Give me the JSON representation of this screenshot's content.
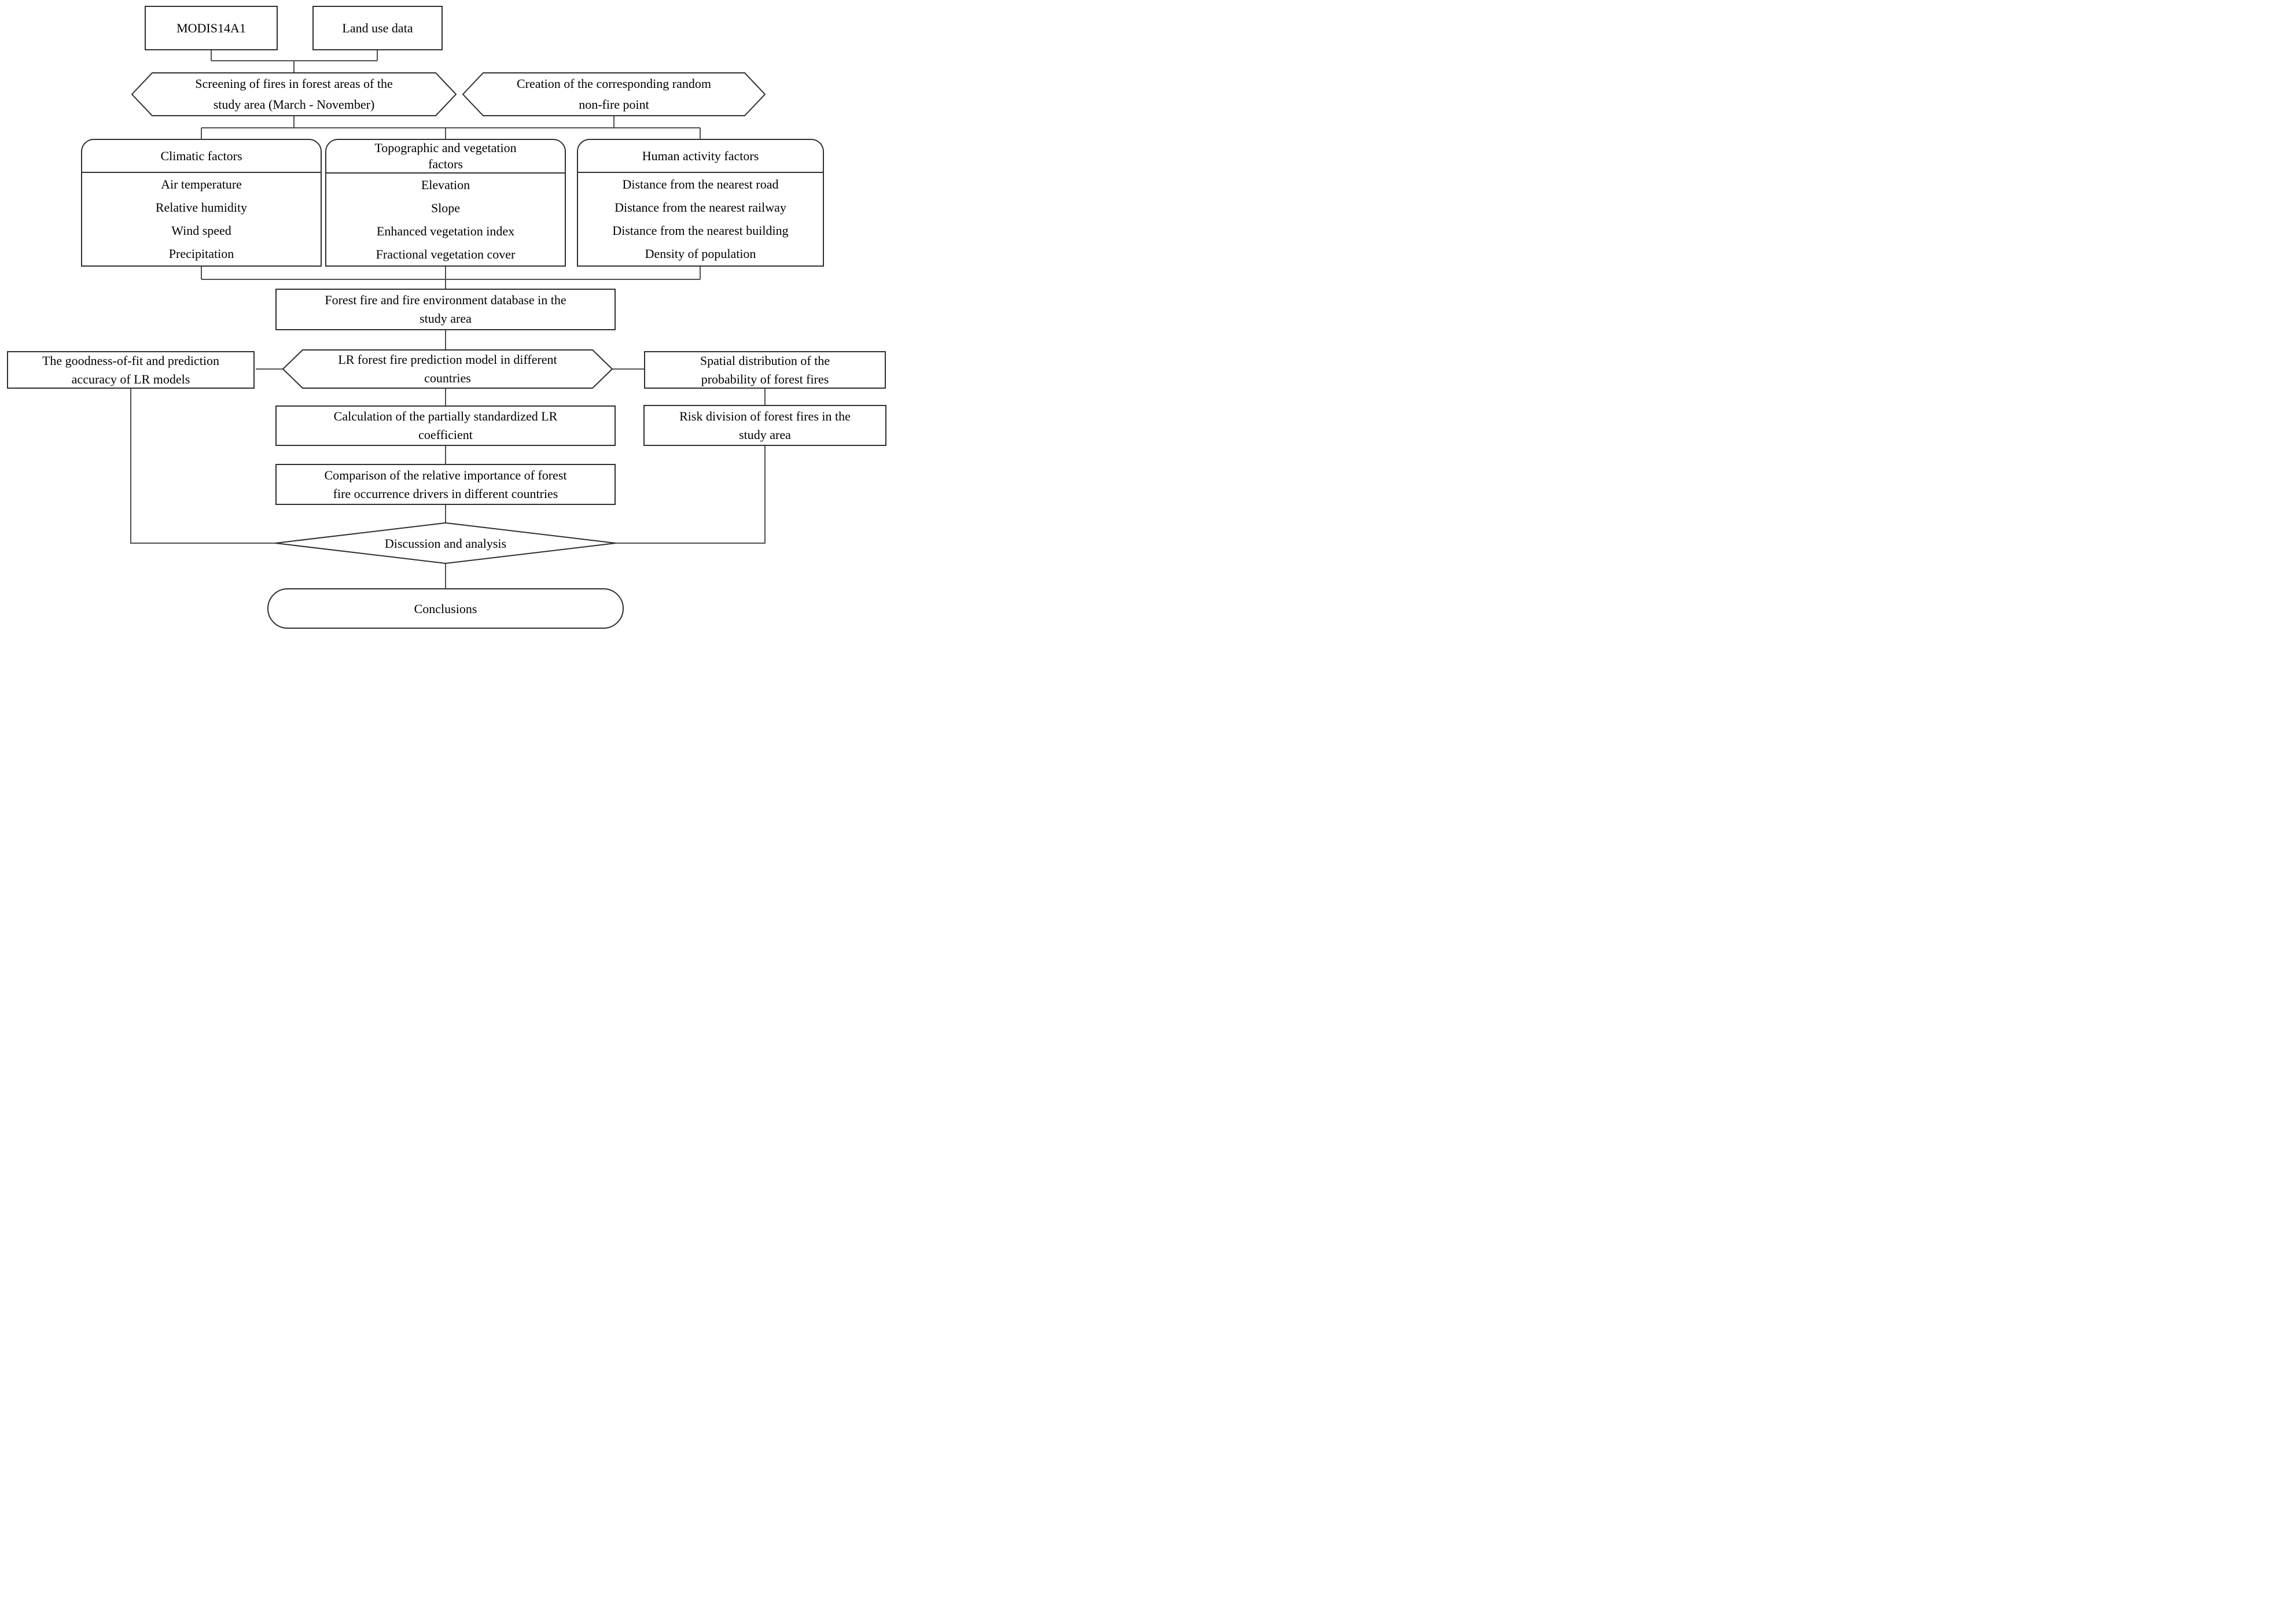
{
  "colors": {
    "background": "#ffffff",
    "border": "#2f2f2f",
    "connector": "#4f4f4f",
    "text": "#000000"
  },
  "nodes": {
    "modis": {
      "label": "MODIS14A1"
    },
    "land_use": {
      "label": "Land use data"
    },
    "screening": {
      "lines": [
        "Screening of fires in forest areas of the",
        "study area (March - November)"
      ]
    },
    "creation": {
      "lines": [
        "Creation of the corresponding random",
        "non-fire point"
      ]
    },
    "factor_groups": [
      {
        "title": "Climatic factors",
        "title_lines": [
          "Climatic factors"
        ],
        "items": [
          "Air temperature",
          "Relative humidity",
          "Wind speed",
          "Precipitation"
        ]
      },
      {
        "title": "Topographic and vegetation factors",
        "title_lines": [
          "Topographic and vegetation",
          "factors"
        ],
        "items": [
          "Elevation",
          "Slope",
          "Enhanced vegetation index",
          "Fractional vegetation cover"
        ]
      },
      {
        "title": "Human activity factors",
        "title_lines": [
          "Human activity factors"
        ],
        "items": [
          "Distance from the nearest road",
          "Distance from the nearest railway",
          "Distance from the nearest building",
          "Density of population"
        ]
      }
    ],
    "database": {
      "lines": [
        "Forest fire and fire environment database in the",
        "study area"
      ]
    },
    "lr_model": {
      "lines": [
        "LR forest fire prediction model in different",
        "countries"
      ]
    },
    "goodness": {
      "lines": [
        "The goodness-of-fit and prediction",
        "accuracy of LR models"
      ]
    },
    "spatial": {
      "lines": [
        "Spatial distribution of the",
        "probability of forest fires"
      ]
    },
    "calculation": {
      "lines": [
        "Calculation of the partially standardized LR",
        "coefficient"
      ]
    },
    "risk": {
      "lines": [
        "Risk division of forest fires in the",
        "study area"
      ]
    },
    "comparison": {
      "lines": [
        "Comparison of the relative importance of forest",
        "fire occurrence drivers in different countries"
      ]
    },
    "discussion": {
      "label": "Discussion and analysis"
    },
    "conclusions": {
      "label": "Conclusions"
    }
  }
}
